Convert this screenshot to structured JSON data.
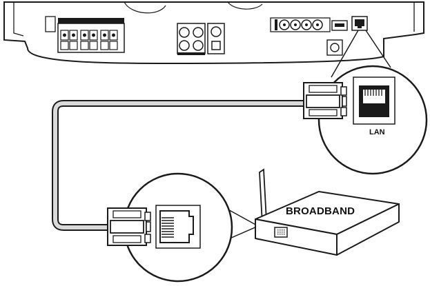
{
  "labels": {
    "lan": "LAN",
    "broadband": "BROADBAND"
  },
  "colors": {
    "line": "#1a1a1a",
    "fill": "#ffffff",
    "cable": "#d9d9d9",
    "panel_shade": "#f2f2f2"
  },
  "icons": {
    "main_unit": "home-theater-back-panel",
    "router": "broadband-router",
    "cable": "ethernet-cable",
    "port": "rj45-port"
  }
}
